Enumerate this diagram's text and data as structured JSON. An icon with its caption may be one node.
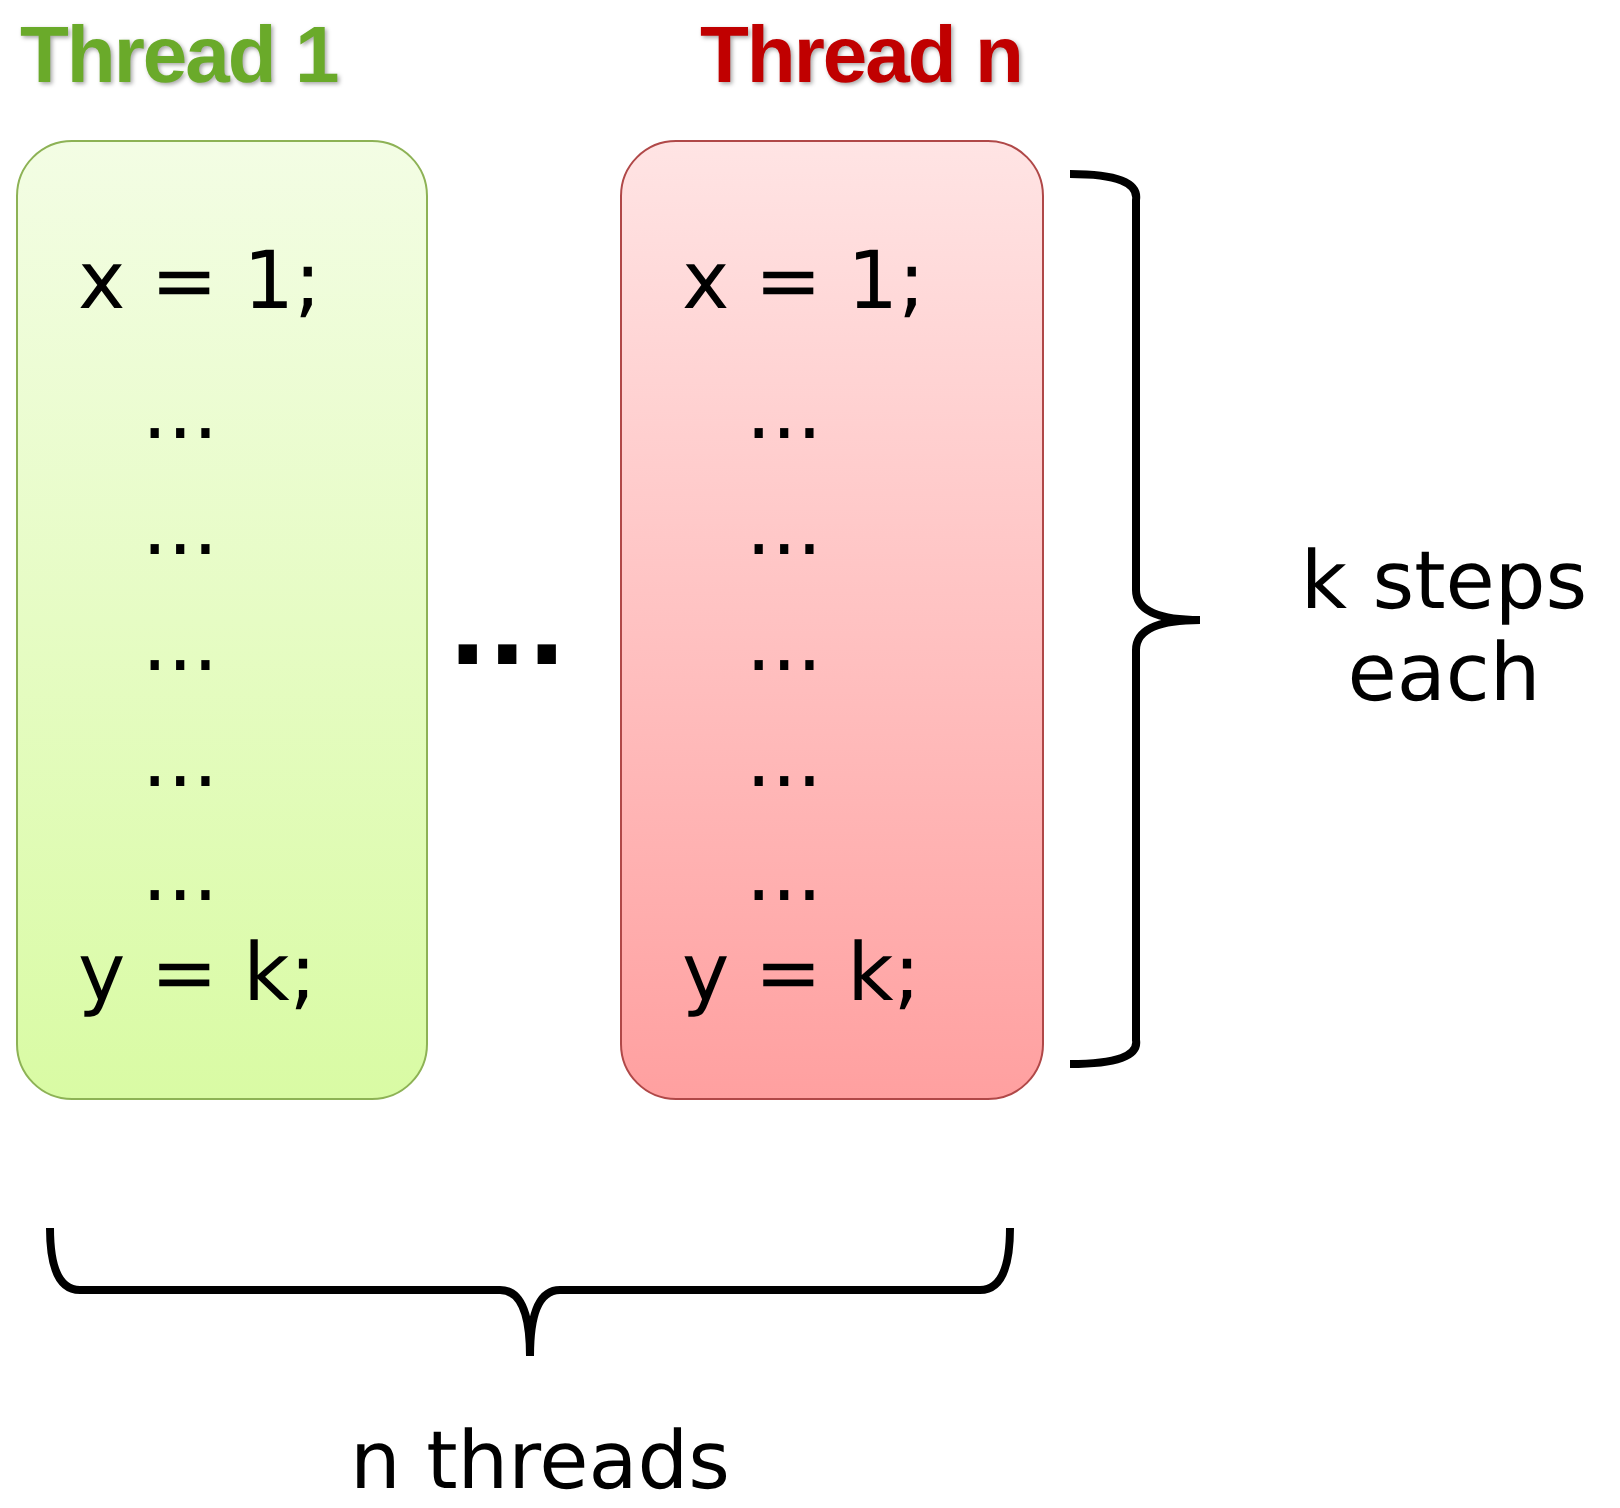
{
  "diagram": {
    "nodes": [
      {
        "text": [
          "Thread 1",
          "x = 1;",
          "...",
          "...",
          "...",
          "...",
          "...",
          "y = k;"
        ]
      },
      {
        "text": [
          "Thread n",
          "x = 1;",
          "...",
          "...",
          "...",
          "...",
          "...",
          "y = k;"
        ]
      }
    ],
    "labels": [
      "...",
      "k steps each",
      "n threads"
    ]
  }
}
